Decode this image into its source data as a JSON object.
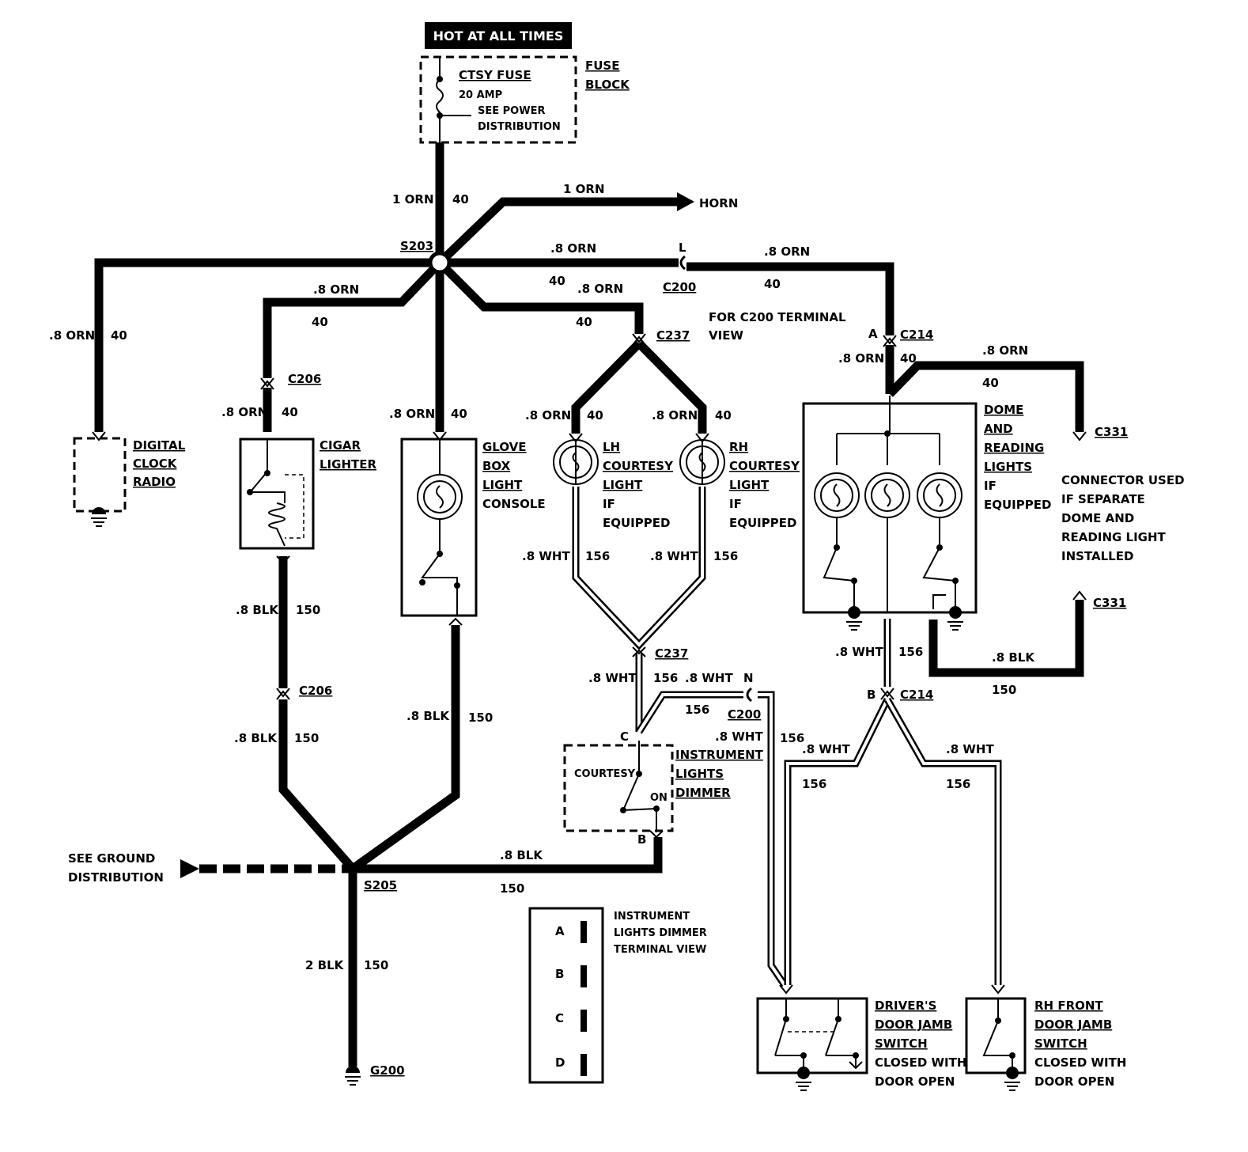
{
  "title": "HOT AT ALL TIMES",
  "fuse": {
    "name": "CTSY FUSE",
    "rating": "20 AMP",
    "note_line1": "SEE POWER",
    "note_line2": "DISTRIBUTION",
    "block_label_1": "FUSE",
    "block_label_2": "BLOCK"
  },
  "horn": {
    "label": "HORN",
    "wire": "1 ORN"
  },
  "splices": {
    "s203": "S203",
    "s205": "S205",
    "g200": "G200"
  },
  "connectors": {
    "c200": "C200",
    "c200_pin_l": "L",
    "c200_pin_n": "N",
    "c200_note_1": "FOR C200 TERMINAL",
    "c200_note_2": "VIEW",
    "c206": "C206",
    "c237": "C237",
    "c214": "C214",
    "c214_pin_a": "A",
    "c214_pin_b": "B",
    "c331": "C331",
    "c331_note": [
      "CONNECTOR USED",
      "IF SEPARATE",
      "DOME AND",
      "READING LIGHT",
      "INSTALLED"
    ],
    "dimmer_pin_c": "C",
    "dimmer_pin_b": "B"
  },
  "wires": {
    "orn_08": ".8 ORN",
    "orn_1": "1 ORN",
    "wht_08": ".8 WHT",
    "blk_08": ".8 BLK",
    "blk_2": "2 BLK",
    "circuit_40": "40",
    "circuit_156": "156",
    "circuit_150": "150"
  },
  "components": {
    "digital_clock": [
      "DIGITAL",
      "CLOCK",
      "RADIO"
    ],
    "cigar": [
      "CIGAR",
      "LIGHTER"
    ],
    "glove_box": [
      "GLOVE",
      "BOX",
      "LIGHT",
      "CONSOLE"
    ],
    "lh_courtesy": [
      "LH",
      "COURTESY",
      "LIGHT",
      "IF",
      "EQUIPPED"
    ],
    "rh_courtesy": [
      "RH",
      "COURTESY",
      "LIGHT",
      "IF",
      "EQUIPPED"
    ],
    "dome": [
      "DOME",
      "AND",
      "READING",
      "LIGHTS",
      "IF",
      "EQUIPPED"
    ],
    "dimmer": [
      "INSTRUMENT",
      "LIGHTS",
      "DIMMER"
    ],
    "dimmer_courtesy": "COURTESY",
    "dimmer_on": "ON",
    "drivers_jamb": [
      "DRIVER'S",
      "DOOR JAMB",
      "SWITCH",
      "CLOSED WITH",
      "DOOR OPEN"
    ],
    "rh_jamb": [
      "RH FRONT",
      "DOOR JAMB",
      "SWITCH",
      "CLOSED WITH",
      "DOOR OPEN"
    ]
  },
  "ground_note": [
    "SEE GROUND",
    "DISTRIBUTION"
  ],
  "terminal_view": {
    "pins": [
      "A",
      "B",
      "C",
      "D"
    ],
    "caption": [
      "INSTRUMENT",
      "LIGHTS DIMMER",
      "TERMINAL VIEW"
    ]
  }
}
